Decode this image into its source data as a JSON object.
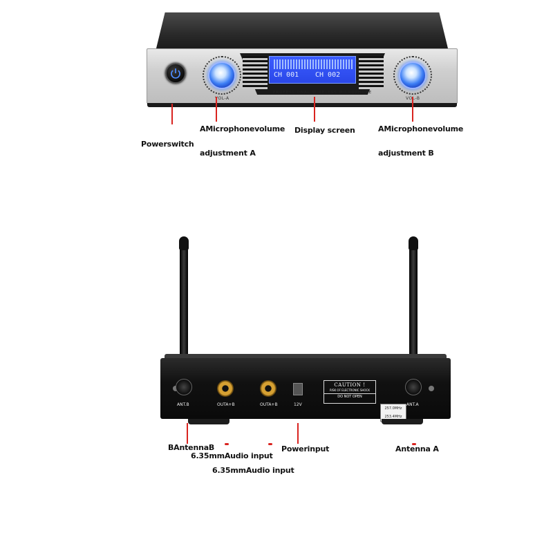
{
  "front_panel": {
    "lcd_channel_a": "CH 001",
    "lcd_channel_b": "CH 002",
    "lcd_caption": "PROFESSIONAL WIRELESS MICROPHONE",
    "knob_a_label": "VOL-A",
    "knob_b_label": "VOL-B",
    "labels": {
      "power_switch": "Powerswitch",
      "volume_a_line1": "AMicrophonevolume",
      "volume_a_line2": "adjustment A",
      "display_screen": "Display screen",
      "volume_b_line1": "AMicrophonevolume",
      "volume_b_line2": "adjustment B"
    }
  },
  "rear_panel": {
    "port_tags": {
      "ant_b": "ANT.B",
      "out_1": "OUTA+B",
      "out_2": "OUTA+B",
      "dc": "12V",
      "ant_a": "ANT.A"
    },
    "caution": {
      "title": "CAUTION !",
      "subtitle": "RISK OF ELECTRONIC SHOCK",
      "warning": "DO NOT OPEN"
    },
    "frequencies": [
      "257.0MHz",
      "253.4MHz"
    ],
    "labels": {
      "antenna_b": "BAntennaB",
      "audio_input_1": "6.35mmAudio input",
      "audio_input_2": "6.35mmAudio input",
      "power_input": "Powerinput",
      "antenna_a": "Antenna A"
    }
  },
  "colors": {
    "pointer": "#d9231f",
    "lcd": "#2a47e8",
    "knob_glow": "#4d8bff"
  }
}
